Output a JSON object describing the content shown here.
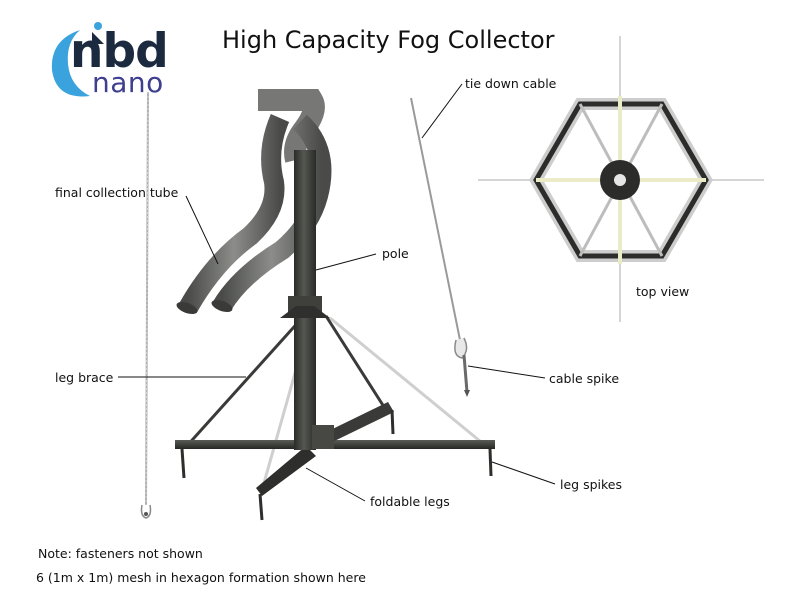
{
  "title": "High Capacity Fog Collector",
  "logo": {
    "brand": "nbd",
    "sub": "nano"
  },
  "labels": {
    "tie_down_cable": "tie down cable",
    "final_collection_tube": "final collection tube",
    "pole": "pole",
    "top_view": "top view",
    "leg_brace": "leg brace",
    "cable_spike": "cable spike",
    "leg_spikes": "leg spikes",
    "foldable_legs": "foldable legs"
  },
  "notes": {
    "fasteners": "Note: fasteners not shown",
    "mesh": "6 (1m x 1m) mesh in hexagon formation shown here"
  },
  "colors": {
    "pole": "#3d3f3a",
    "metal": "#c9c9c9",
    "mesh_frame": "#2c2d2b",
    "logo_blue": "#3aa3dd",
    "logo_dark": "#1b2a3f",
    "logo_purple": "#3e3f8e"
  }
}
